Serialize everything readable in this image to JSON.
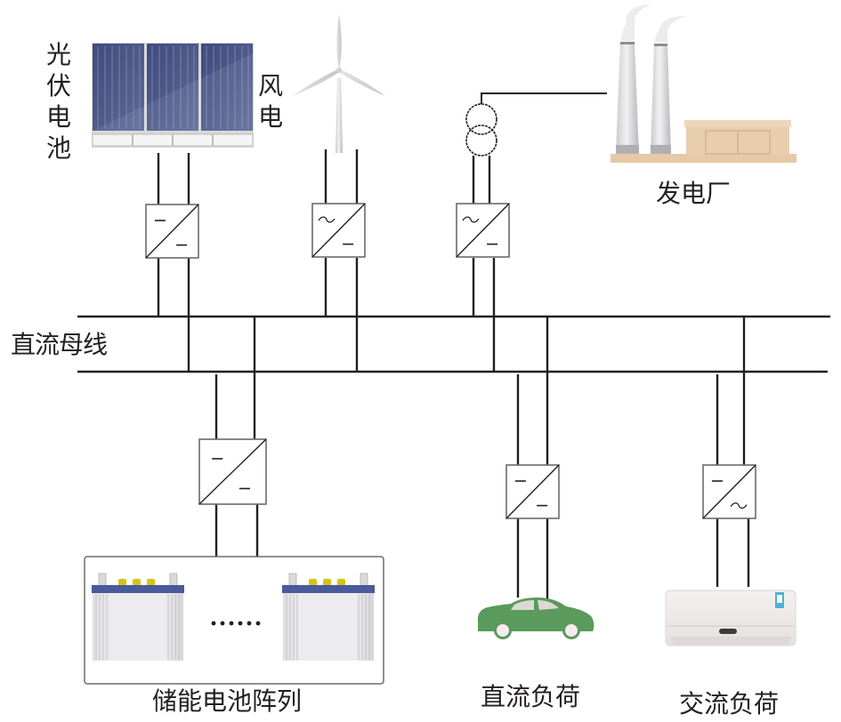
{
  "diagram": {
    "title": "直流微电网结构示意图",
    "labels": {
      "pv": "光伏电池",
      "wind": "风电",
      "plant": "发电厂",
      "dc_bus": "直流母线",
      "storage": "储能电池阵列",
      "dc_load": "直流负荷",
      "ac_load": "交流负荷",
      "ellipsis": "······"
    },
    "converters": [
      {
        "id": "pv-converter",
        "type": "DC/DC",
        "top": "—",
        "bottom": "—"
      },
      {
        "id": "wind-converter",
        "type": "AC/DC",
        "top": "~",
        "bottom": "—"
      },
      {
        "id": "grid-converter",
        "type": "AC/DC",
        "top": "~",
        "bottom": "—"
      },
      {
        "id": "storage-converter",
        "type": "DC/DC",
        "top": "—",
        "bottom": "—"
      },
      {
        "id": "dc-load-converter",
        "type": "DC/DC",
        "top": "—",
        "bottom": "—"
      },
      {
        "id": "ac-load-converter",
        "type": "DC/AC",
        "top": "—",
        "bottom": "~"
      }
    ],
    "colors": {
      "line": "#231f20",
      "pv_panel": "#4a5787",
      "car": "#5a9a5c",
      "plant_base": "#e6c9a8",
      "battery_top": "#4a5a9a",
      "battery_terminal": "#d8c21a"
    }
  }
}
